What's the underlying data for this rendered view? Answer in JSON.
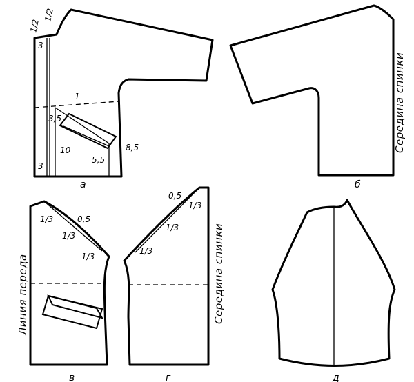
{
  "panel_captions": {
    "a": "а",
    "b": "б",
    "v": "в",
    "g": "г",
    "d": "д"
  },
  "side_labels": {
    "back_center_b": "Середина спинки",
    "front_line_v": "Линия переда",
    "back_center_g": "Середина спинки"
  },
  "measurements": {
    "a": {
      "half_top_left": "1/2",
      "half_top_right": "1/2",
      "three_top": "3",
      "three_bottom": "3",
      "one": "1",
      "three_five": "3,5",
      "ten": "10",
      "five_five": "5,5",
      "eight_five": "8,5"
    },
    "v": {
      "third_top": "1/3",
      "half_mark": "0,5",
      "third_mid": "1/3",
      "third_low": "1/3"
    },
    "g": {
      "half_mark": "0,5",
      "third_top": "1/3",
      "third_mid": "1/3",
      "third_low": "1/3"
    }
  }
}
